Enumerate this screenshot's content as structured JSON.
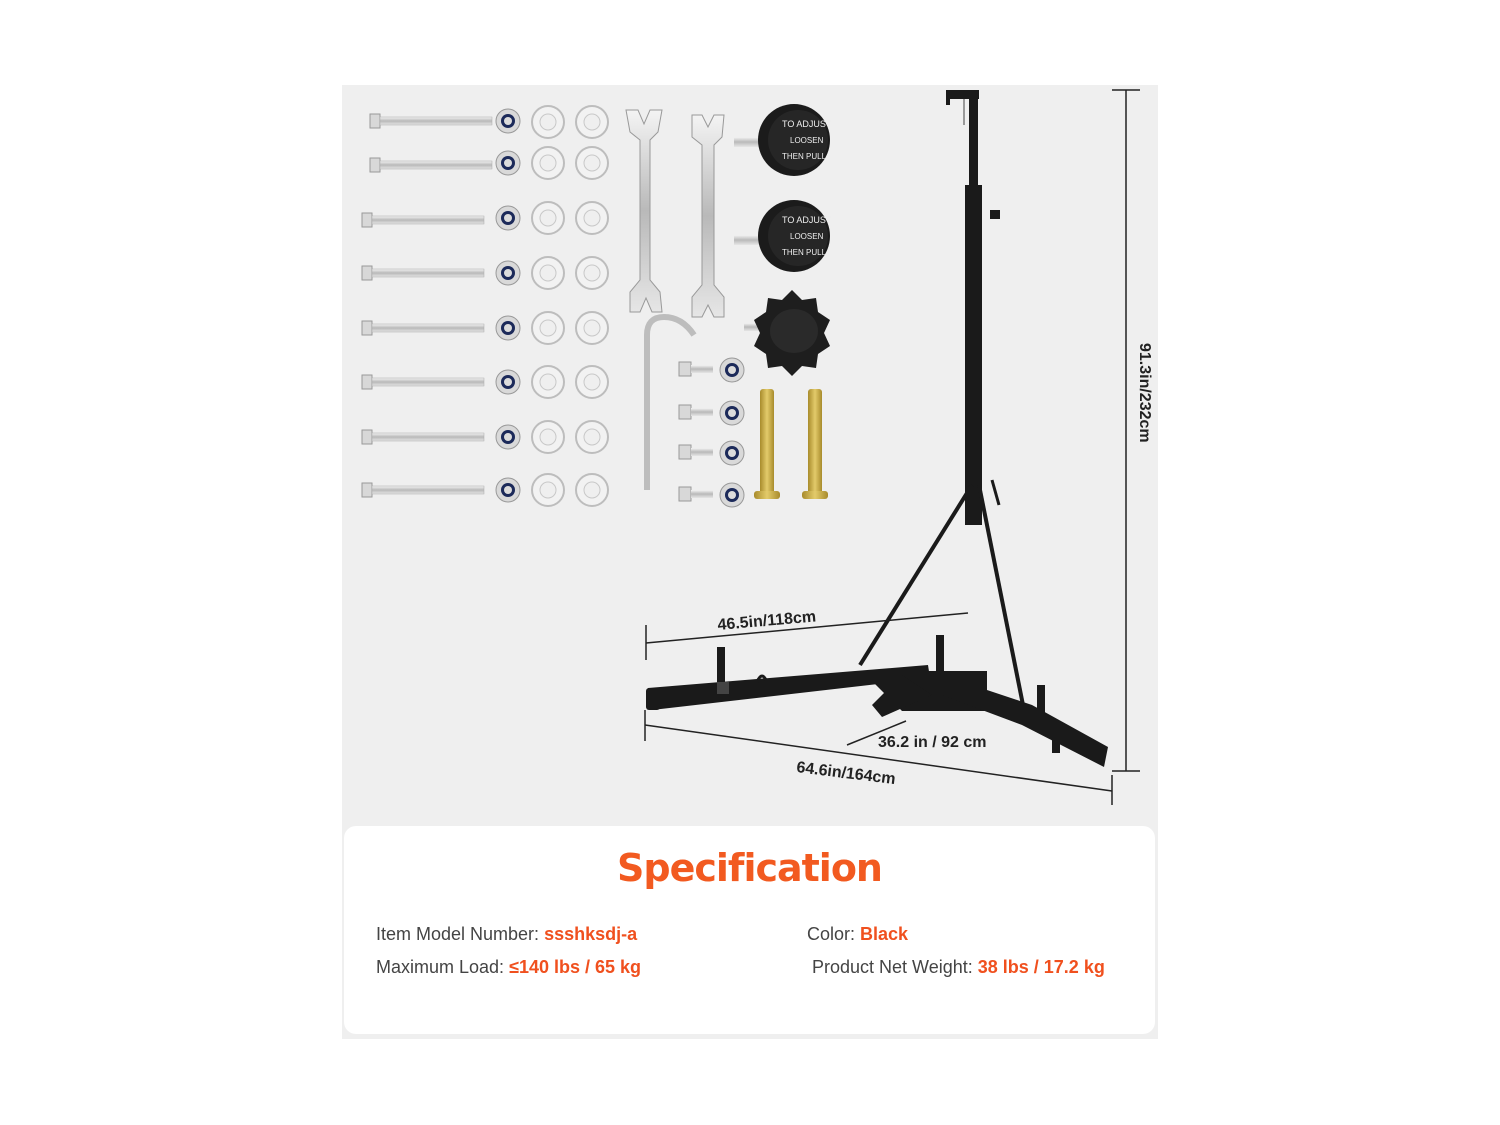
{
  "dimensions": {
    "height": "91.3in/232cm",
    "top_width": "46.5in/118cm",
    "depth": "36.2 in / 92 cm",
    "length": "64.6in/164cm"
  },
  "knob_text": {
    "line1": "TO ADJUST",
    "line2": "LOOSEN",
    "line3": "THEN PULL"
  },
  "spec": {
    "title": "Specification",
    "model_label": "Item Model Number: ",
    "model_value": "ssshksdj-a",
    "color_label": "Color: ",
    "color_value": "Black",
    "load_label": "Maximum Load: ",
    "load_value": "≤140 lbs / 65 kg",
    "weight_label": "Product Net Weight: ",
    "weight_value": "38 lbs / 17.2 kg"
  },
  "colors": {
    "accent": "#f25a20",
    "frame": "#1a1a1a",
    "panel": "#efefef"
  }
}
